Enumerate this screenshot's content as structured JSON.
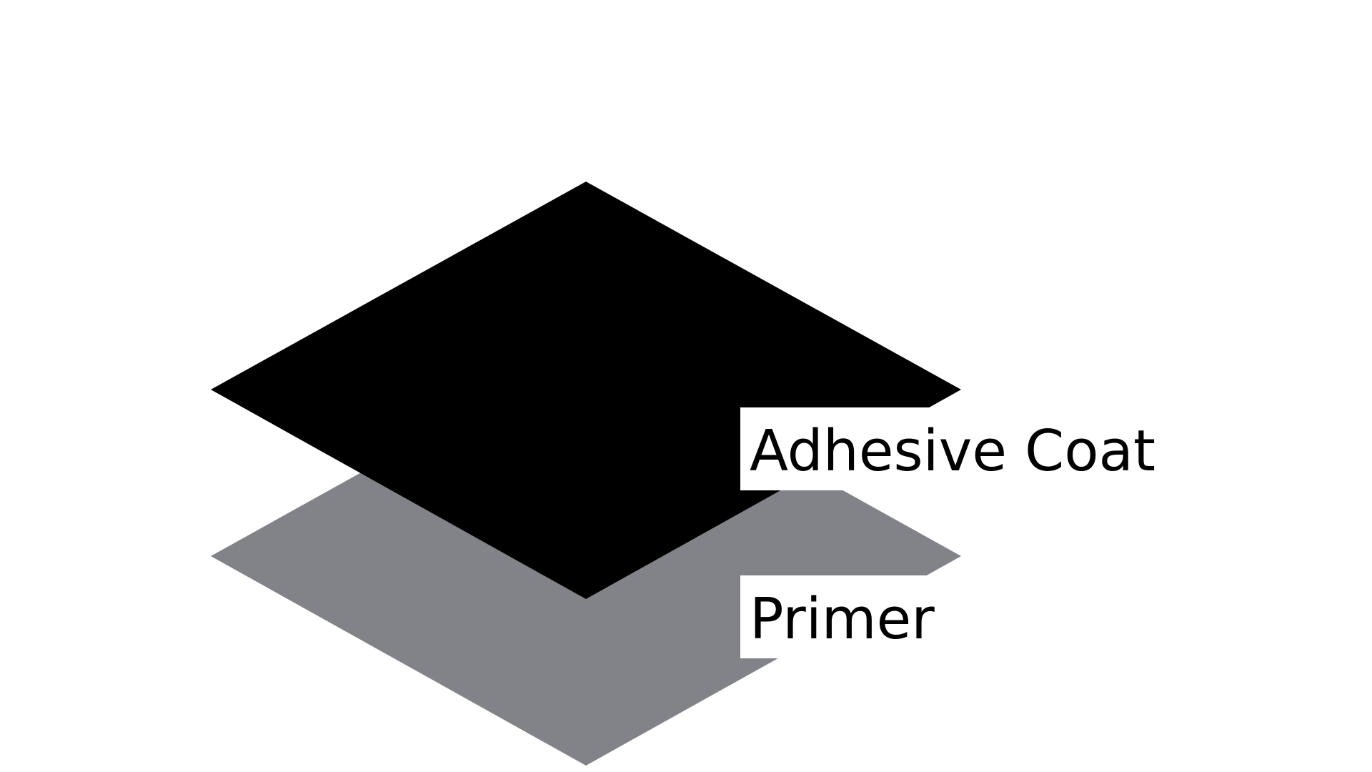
{
  "layers": [
    {
      "id": "primer",
      "label": "Primer",
      "color": "#818389"
    },
    {
      "id": "adhesive-coat",
      "label": "Adhesive Coat",
      "color": "#000000"
    }
  ],
  "label_box_color": "#ffffff",
  "background": "#ffffff"
}
